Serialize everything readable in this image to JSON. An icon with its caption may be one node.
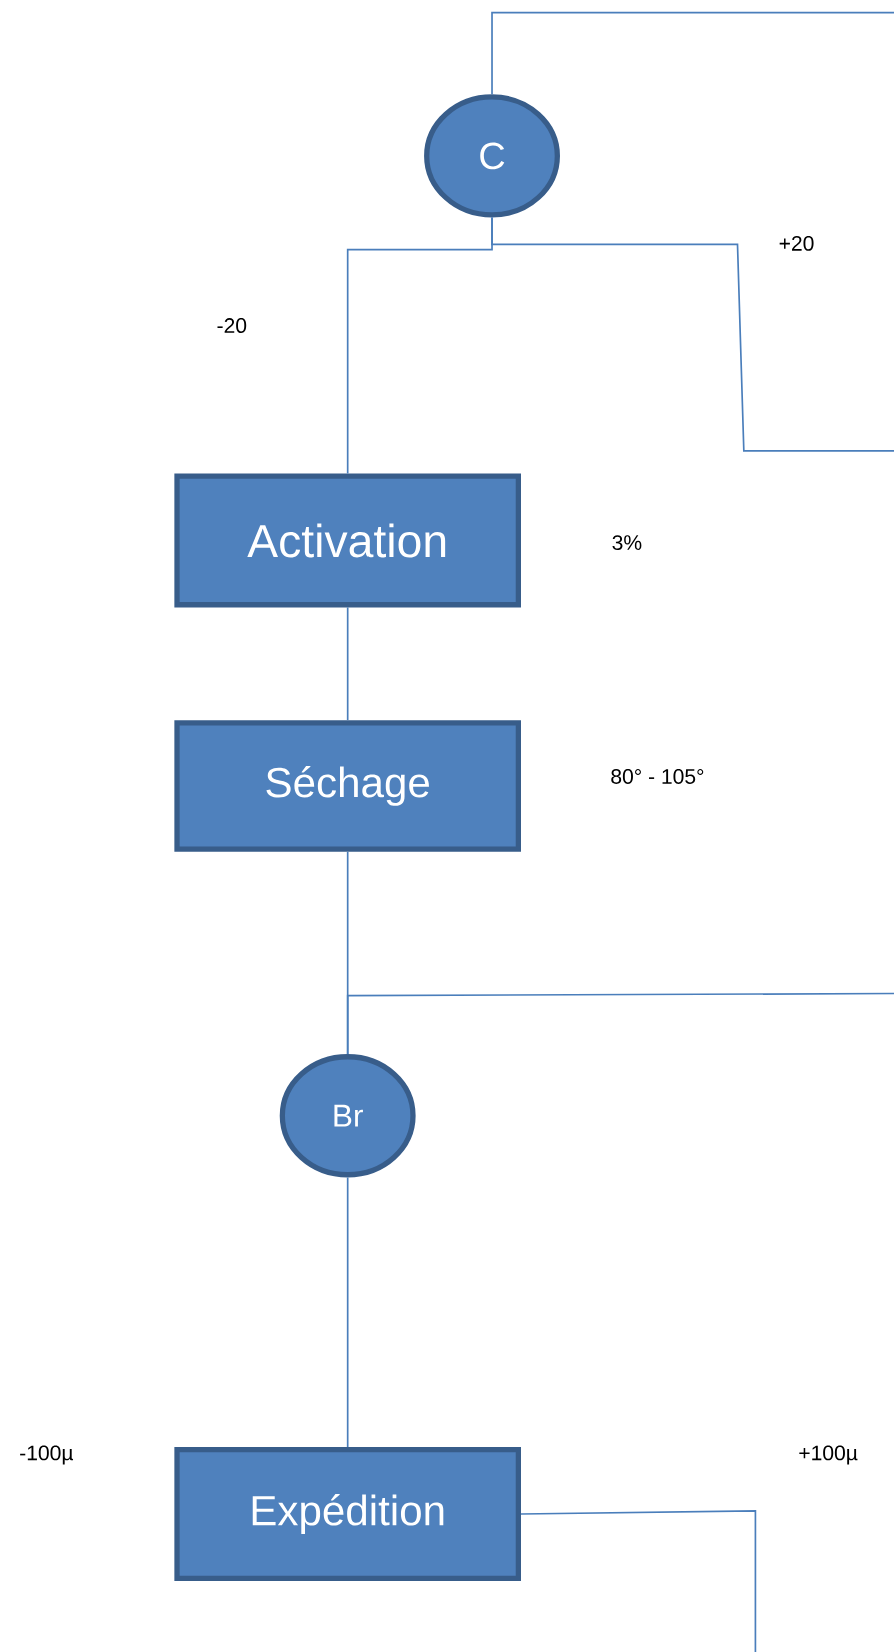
{
  "diagram": {
    "nodes": [
      {
        "text": [
          "C"
        ]
      },
      {
        "text": [
          "Activation"
        ]
      },
      {
        "text": [
          "Séchage"
        ]
      },
      {
        "text": [
          "Br"
        ]
      },
      {
        "text": [
          "Expédition"
        ]
      }
    ],
    "edges": [
      {
        "from": null,
        "to": 0,
        "arrow": "none"
      },
      {
        "from": 0,
        "to": 1,
        "arrow": "none",
        "label": "-20"
      },
      {
        "from": 0,
        "to": null,
        "arrow": "none",
        "label": "+20"
      },
      {
        "from": 1,
        "to": 2,
        "arrow": "none"
      },
      {
        "from": 2,
        "to": 3,
        "arrow": "none"
      },
      {
        "from": null,
        "to": 3,
        "arrow": "none"
      },
      {
        "from": 3,
        "to": 4,
        "arrow": "none"
      },
      {
        "from": 4,
        "to": null,
        "arrow": "none"
      }
    ],
    "labels": [
      "3%",
      "80° - 105°",
      "-100µ",
      "+100µ"
    ]
  }
}
